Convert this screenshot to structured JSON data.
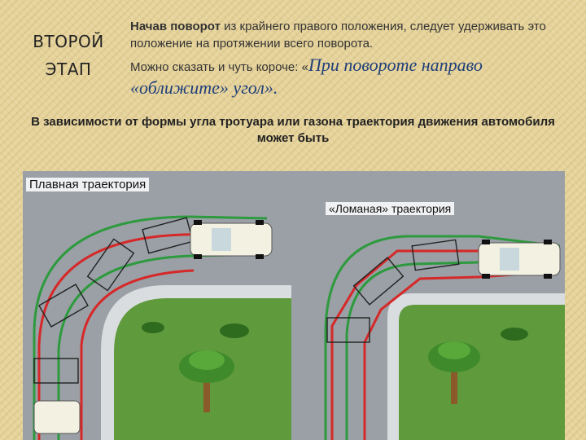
{
  "stage": {
    "line1": "ВТОРОЙ",
    "line2": "ЭТАП"
  },
  "intro": {
    "bold_start": "Начав поворот",
    "text_1": " из крайнего правого положения, следует удерживать это положение на протяжении всего поворота.",
    "text_2": "Можно сказать и чуть короче: «",
    "quote_1": "При повороте направо",
    "quote_2": "«оближите» угол»."
  },
  "depend_text": "В зависимости от формы угла тротуара или газона траектория движения автомобиля может быть",
  "figures": {
    "smooth_label": "Плавная траектория",
    "broken_label": "«Ломаная» траектория"
  },
  "colors": {
    "background": "#e6d39a",
    "road": "#9aa0a6",
    "curb": "#d9dde0",
    "lawn": "#5f9a3c",
    "car": "#f2f1e2",
    "track_green": "#2e9a3e",
    "track_red": "#d62828"
  }
}
